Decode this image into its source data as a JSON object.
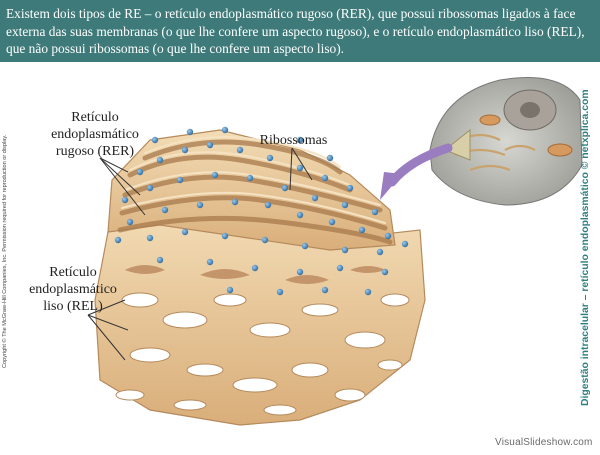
{
  "header": {
    "text": "Existem dois tipos de RE – o retículo endoplasmático rugoso (RER), que possui ribossomas ligados à face externa das suas membranas (o que lhe confere um aspecto rugoso), e o retículo endoplasmático liso (REL), que não possui ribossomas (o que lhe confere um aspecto liso)."
  },
  "copyright": "Copyright © The McGraw-Hill Companies, Inc. Permission required for reproduction or display.",
  "side_caption": "Digestão intracelular – retículo endoplasmático © netxplica.com",
  "labels": {
    "rer": "Retículo endoplasmático rugoso (RER)",
    "ribosomes": "Ribossomas",
    "rel": "Retículo endoplasmático liso (REL)"
  },
  "watermark": "VisualSlideshow.com",
  "colors": {
    "header_bg": "#3d7a79",
    "membrane": "#e8c79a",
    "membrane_shadow": "#b58a5c",
    "ribosome": "#3d7fb3",
    "arrow": "#9a7cc0",
    "caption": "#2f7f80"
  }
}
